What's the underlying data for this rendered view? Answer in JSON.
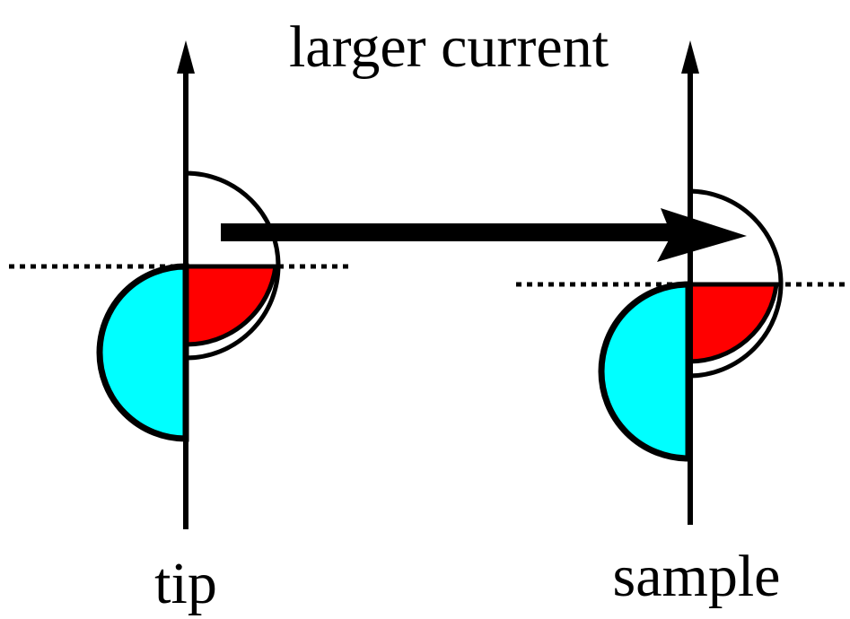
{
  "labels": {
    "title": "larger current",
    "left": "tip",
    "right": "sample"
  },
  "colors": {
    "occupied_lower": "#00ffff",
    "occupied_upper": "#ff0000",
    "empty": "#ffffff",
    "line": "#000000"
  }
}
